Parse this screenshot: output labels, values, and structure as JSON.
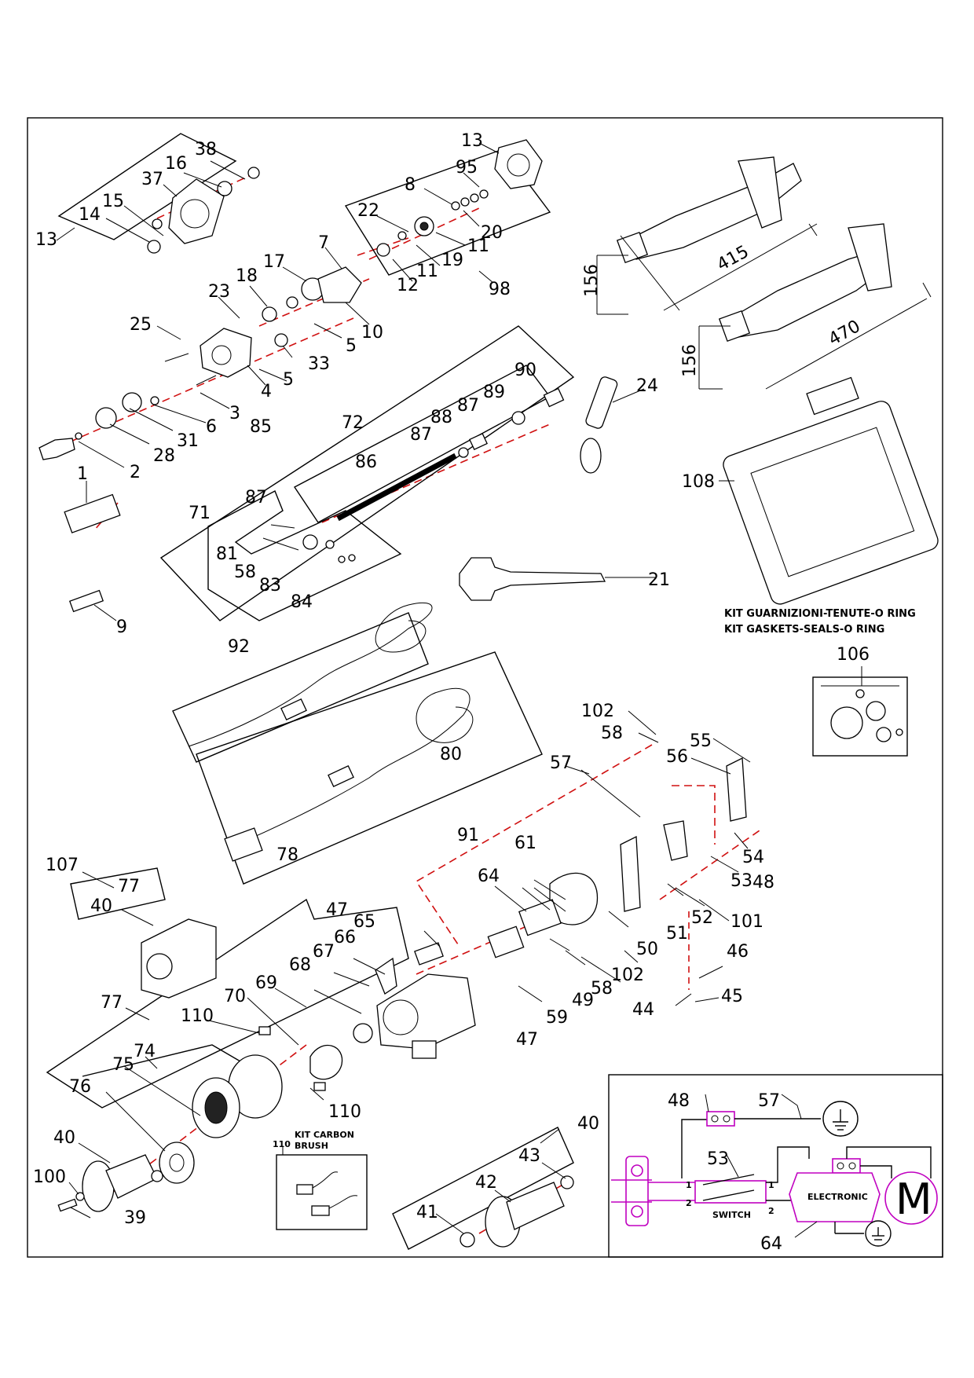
{
  "callouts": {
    "c1": "1",
    "c2": "2",
    "c3": "3",
    "c4": "4",
    "c5a": "5",
    "c5b": "5",
    "c6": "6",
    "c7": "7",
    "c8": "8",
    "c9": "9",
    "c10": "10",
    "c11a": "11",
    "c11b": "11",
    "c12": "12",
    "c13a": "13",
    "c13b": "13",
    "c14": "14",
    "c15": "15",
    "c16": "16",
    "c17": "17",
    "c18": "18",
    "c19": "19",
    "c20": "20",
    "c21": "21",
    "c22": "22",
    "c23": "23",
    "c24": "24",
    "c25": "25",
    "c28": "28",
    "c31": "31",
    "c33": "33",
    "c37": "37",
    "c38": "38",
    "c39": "39",
    "c40a": "40",
    "c40b": "40",
    "c40c": "40",
    "c41": "41",
    "c42": "42",
    "c43": "43",
    "c44": "44",
    "c45": "45",
    "c46": "46",
    "c47a": "47",
    "c47b": "47",
    "c48a": "48",
    "c48b": "48",
    "c49": "49",
    "c50": "50",
    "c51": "51",
    "c52": "52",
    "c53a": "53",
    "c53b": "53",
    "c54": "54",
    "c55": "55",
    "c56": "56",
    "c57a": "57",
    "c57b": "57",
    "c58a": "58",
    "c58b": "58",
    "c58c": "58",
    "c59": "59",
    "c61": "61",
    "c64a": "64",
    "c64b": "64",
    "c65": "65",
    "c66": "66",
    "c67": "67",
    "c68": "68",
    "c69": "69",
    "c70": "70",
    "c71": "71",
    "c72": "72",
    "c74": "74",
    "c75": "75",
    "c76": "76",
    "c77a": "77",
    "c77b": "77",
    "c78": "78",
    "c80": "80",
    "c81": "81",
    "c83": "83",
    "c84": "84",
    "c85": "85",
    "c86": "86",
    "c87a": "87",
    "c87b": "87",
    "c87c": "87",
    "c88": "88",
    "c89": "89",
    "c90": "90",
    "c91": "91",
    "c92": "92",
    "c95": "95",
    "c98": "98",
    "c100": "100",
    "c101": "101",
    "c102a": "102",
    "c102b": "102",
    "c106": "106",
    "c107": "107",
    "c108": "108",
    "c110a": "110",
    "c110b": "110",
    "c110c": "110"
  },
  "dimensions": {
    "d415": "415",
    "d470": "470",
    "d156a": "156",
    "d156b": "156"
  },
  "kit_seals": {
    "line1": "KIT GUARNIZIONI-TENUTE-O RING",
    "line2": "KIT GASKETS-SEALS-O RING"
  },
  "kit_brush": {
    "line1": "KIT CARBON",
    "line2": "BRUSH"
  },
  "wiring": {
    "switch_label": "SWITCH",
    "electronic_label": "ELECTRONIC",
    "pin1a": "1",
    "pin1b": "1",
    "pin2a": "2",
    "pin2b": "2",
    "motor_letter": "M"
  },
  "colors": {
    "leader_lines": "#000000",
    "assembly_path": "#d01010",
    "wiring_highlight": "#c000c0"
  }
}
